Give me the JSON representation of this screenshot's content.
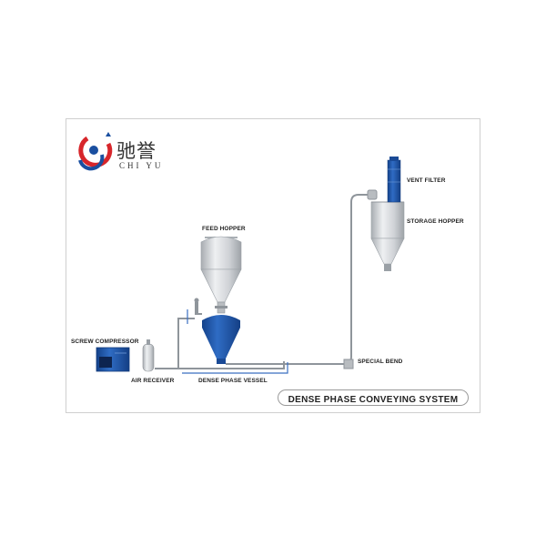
{
  "logo": {
    "chinese": "驰誉",
    "english": "CHI YU",
    "colors": {
      "red": "#d7262b",
      "blue": "#1a4fa0"
    }
  },
  "diagram": {
    "title": "DENSE PHASE CONVEYING SYSTEM",
    "components": {
      "screw_compressor": "SCREW COMPRESSOR",
      "air_receiver": "AIR RECEIVER",
      "dense_phase_vessel": "DENSE PHASE VESSEL",
      "feed_hopper": "FEED HOPPER",
      "special_bend": "SPECIAL BEND",
      "vent_filter": "VENT FILTER",
      "storage_hopper": "STORAGE HOPPER"
    },
    "colors": {
      "equipment_blue": "#1f55a8",
      "steel": "#c9ccd0",
      "pipe": "#9aa0a6",
      "line": "#3a6fc0"
    }
  }
}
